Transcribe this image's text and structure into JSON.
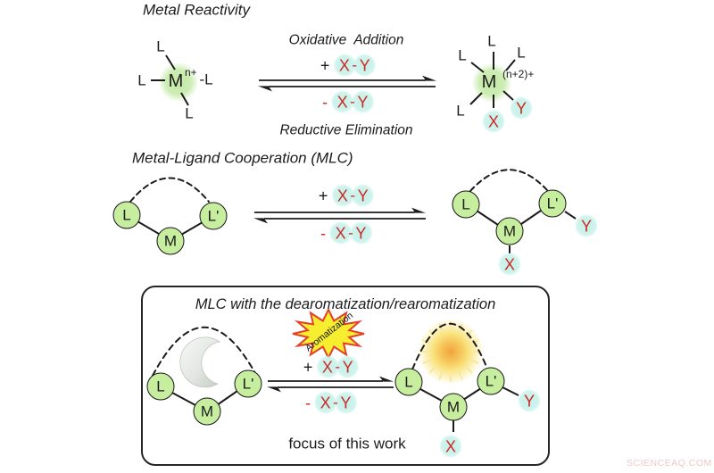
{
  "watermark": "SCIENCEAQ.COM",
  "labels": {
    "L": "L",
    "L_prime": "L'",
    "M": "M",
    "X": "X",
    "Y": "Y",
    "plus": "+",
    "minus": "-",
    "bond_dash": "-",
    "minus_L": "-L"
  },
  "metal_reactivity": {
    "title": "Metal Reactivity",
    "forward_label": "Oxidative  Addition",
    "reverse_label": "Reductive Elimination",
    "reactant_charge": "n+",
    "product_charge": "(n+2)+"
  },
  "mlc": {
    "title": "Metal-Ligand Cooperation (MLC)"
  },
  "mlc_dearomatization": {
    "title": "MLC with the dearomatization/rearomatization",
    "burst_label": "Aromatization",
    "focus_label": "focus of this work"
  },
  "colors": {
    "ink": "#1b1b1b",
    "heteroatom_red": "#ce2a27",
    "node_green": "#c7ee9f",
    "metal_glow_green": "#c9ecb0",
    "highlight_cyan": "#cdf3ec",
    "sun_core_orange": "#f2a43c",
    "sun_mid_yellow": "#f9e37e",
    "moon_gray": "#dfe3df",
    "burst_yellow": "#f6ee2f",
    "burst_outline_red": "#e4402a",
    "watermark_pink": "#e9b4b4"
  }
}
